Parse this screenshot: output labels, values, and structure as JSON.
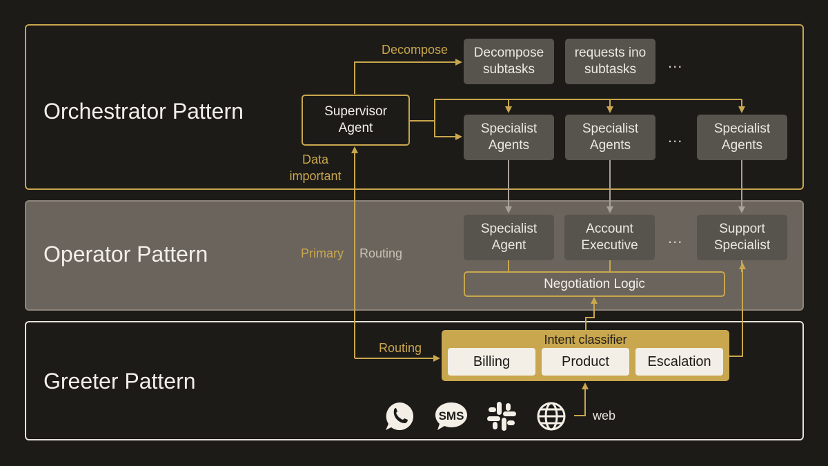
{
  "patterns": {
    "orchestrator": "Orchestrator Pattern",
    "operator": "Operator Pattern",
    "greeter": "Greeter Pattern"
  },
  "orchestrator": {
    "supervisor": "Supervisor\nAgent",
    "decompose_label": "Decompose",
    "decompose_box": "Decompose\nsubtasks",
    "requests_box": "requests ino\nsubtasks",
    "specialists": [
      "Specialist\nAgents",
      "Specialist\nAgents",
      "Specialist\nAgents"
    ],
    "data_label": "Data\nimportant",
    "ellipsis": "..."
  },
  "operator": {
    "primary_label": "Primary",
    "routing_label": "Routing",
    "agents": [
      "Specialist\nAgent",
      "Account\nExecutive",
      "Support\nSpecialist"
    ],
    "negotiation": "Negotiation Logic",
    "ellipsis": "..."
  },
  "greeter": {
    "routing_label": "Routing",
    "classifier_title": "Intent classifier",
    "intents": [
      "Billing",
      "Product",
      "Escalation"
    ],
    "channels": [
      {
        "icon": "whatsapp-icon"
      },
      {
        "icon": "sms-icon",
        "text": "SMS"
      },
      {
        "icon": "slack-icon"
      },
      {
        "icon": "globe-icon"
      }
    ],
    "web_label": "web"
  },
  "colors": {
    "background": "#1d1b18",
    "gold": "#c9a74e",
    "gray_box": "#57534d",
    "operator_band": "#6b645c",
    "chip": "#f3efe6"
  }
}
